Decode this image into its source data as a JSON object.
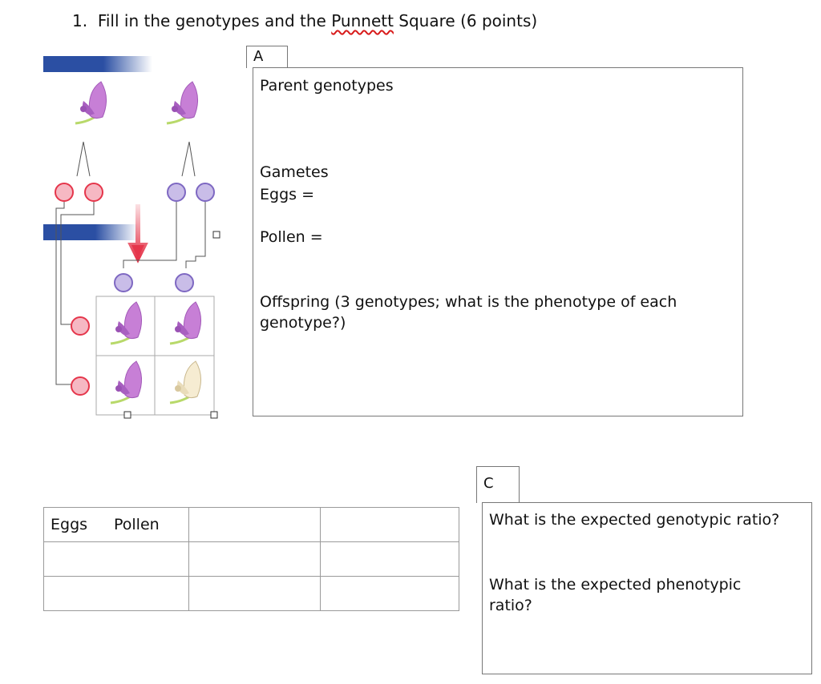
{
  "question": {
    "number": "1.",
    "text_before": "Fill in the genotypes and the ",
    "underlined": "Punnett",
    "text_after": " Square (6 points)"
  },
  "box_a": {
    "tag": "A",
    "parent_genotypes": "Parent genotypes",
    "gametes": "Gametes",
    "eggs": "Eggs =",
    "pollen": "Pollen =",
    "offspring_line1": "Offspring (3 genotypes; what is the phenotype of each",
    "offspring_line2": "genotype?)"
  },
  "box_c": {
    "tag": "C",
    "genotypic": "What is the expected genotypic ratio?",
    "phenotypic_line1": "What is the expected phenotypic",
    "phenotypic_line2": "ratio?"
  },
  "punnett_table": {
    "eggs_label": "Eggs",
    "pollen_label": "Pollen"
  },
  "figure": {
    "egg_color": "#f6b8c3",
    "pollen_color": "#c9bde8",
    "purple_flower": "#c77fd6",
    "white_flower": "#f6ecd2"
  }
}
